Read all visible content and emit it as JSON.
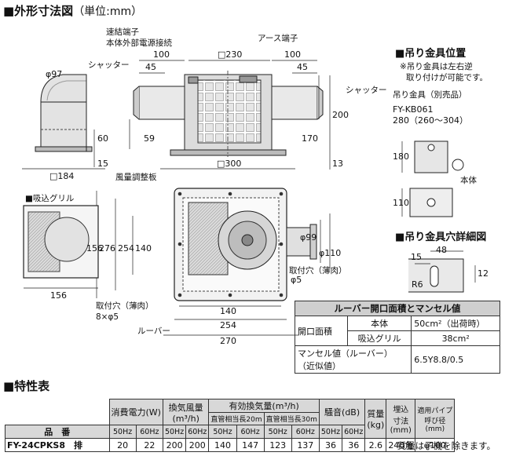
{
  "main": {
    "title": "■外形寸法図",
    "unit": "（単位:mm）",
    "labels": {
      "renketsu": "速結端子",
      "power": "本体外部電源接続",
      "earth": "アース端子",
      "shutter_left": "シャッター",
      "shutter_right": "シャッター",
      "fuuryou": "風量調整板",
      "intake": "■吸込グリル",
      "mounting_hole": "取付穴（薄肉）",
      "mounting_hole2": "取付穴（薄肉）",
      "hole_spec": "8×φ5",
      "louver": "ルーバー"
    },
    "dims": {
      "d100a": "100",
      "d230": "□230",
      "d100b": "100",
      "d45a": "45",
      "d45b": "45",
      "phi97": "φ97",
      "d60": "60",
      "d59": "59",
      "d15": "15",
      "d184": "□184",
      "d170": "170",
      "d200": "200",
      "d13": "13",
      "d300": "□300",
      "d156a": "156",
      "d156b": "156",
      "d276": "276",
      "d254v": "254",
      "d140v": "140",
      "phi99": "φ99",
      "phi110": "φ110",
      "phi5": "φ5",
      "d140h": "140",
      "d254h": "254",
      "d270": "270"
    }
  },
  "bracket": {
    "title": "■吊り金具位置",
    "note1": "※吊り金具は左右逆",
    "note2": "取り付けが可能です。",
    "part": "吊り金具（別売品）",
    "model": "FY-KB061",
    "range": "280（260〜304）",
    "d180": "180",
    "d110": "110",
    "body": "本体",
    "detail_title": "■吊り金具穴詳細図",
    "d48": "48",
    "d15": "15",
    "d12": "12",
    "r6": "R6"
  },
  "louver_table": {
    "header": "ルーバー開口面積とマンセル値",
    "r1c1": "開口面積",
    "r1c2": "本体",
    "r1c3": "50cm²（出荷時）",
    "r2c2": "吸込グリル",
    "r2c3": "38cm²",
    "r3c1": "マンセル値（ルーバー）",
    "r3c1b": "（近似値）",
    "r3c3": "6.5Y8.8/0.5"
  },
  "spec": {
    "title": "■特性表",
    "h_power": "消費電力(W)",
    "h_airflow": "換気風量",
    "h_airflow_unit": "(m³/h)",
    "h_eff": "有効換気量(m³/h)",
    "h_duct20": "直管相当長20m",
    "h_duct30": "直管相当長30m",
    "h_noise": "騒音(dB)",
    "h_mass": "質量",
    "h_mass_unit": "(kg)",
    "h_embed": "埋込",
    "h_embed2": "寸法",
    "h_embed_unit": "(mm)",
    "h_pipe": "適用パイプ",
    "h_pipe2": "呼び径",
    "h_pipe_unit": "(mm)",
    "h_model": "品　番",
    "hz50": "50Hz",
    "hz60": "60Hz",
    "model": "FY-24CPKS8",
    "type": "排",
    "values": [
      "20",
      "22",
      "200",
      "200",
      "140",
      "147",
      "123",
      "137",
      "36",
      "36",
      "2.6",
      "240角",
      "φ100"
    ],
    "note": "質量は子機を除きます。"
  }
}
